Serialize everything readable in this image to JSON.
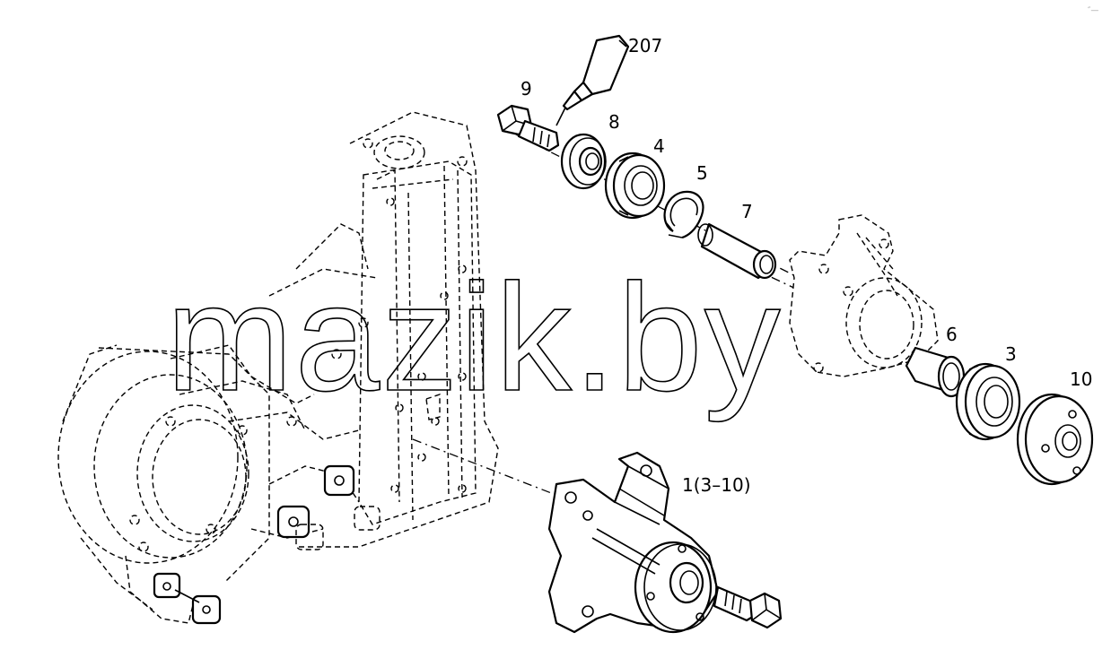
{
  "watermark": {
    "text": "mazik.by"
  },
  "corner_mark": {
    "text": "″—"
  },
  "parts": [
    {
      "id": "p207",
      "label": "207",
      "icon": "sealant-tube-icon"
    },
    {
      "id": "p9",
      "label": "9",
      "icon": "bolt-icon"
    },
    {
      "id": "p8",
      "label": "8",
      "icon": "washer-flange-icon"
    },
    {
      "id": "p4",
      "label": "4",
      "icon": "bearing-icon"
    },
    {
      "id": "p5",
      "label": "5",
      "icon": "snap-ring-icon"
    },
    {
      "id": "p7",
      "label": "7",
      "icon": "shaft-icon"
    },
    {
      "id": "p6",
      "label": "6",
      "icon": "bushing-icon"
    },
    {
      "id": "p3",
      "label": "3",
      "icon": "bearing-icon"
    },
    {
      "id": "p10",
      "label": "10",
      "icon": "pulley-hub-icon"
    },
    {
      "id": "p1",
      "label": "1(3–10)",
      "icon": "tensioner-bracket-icon"
    }
  ]
}
